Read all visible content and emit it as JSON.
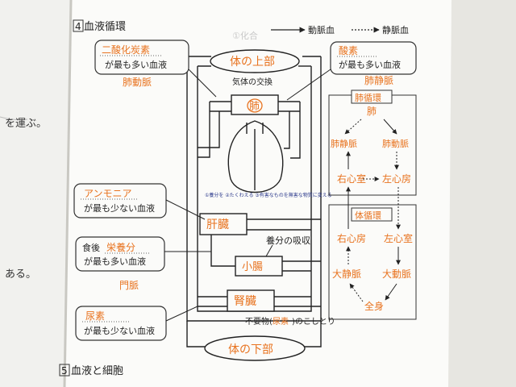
{
  "section4": {
    "number": "4",
    "title": "血液循環"
  },
  "legend": {
    "artery": "動脈血",
    "vein": "静脈血"
  },
  "section5": {
    "number": "5",
    "title": "血液と細胞"
  },
  "left_page_fragments": {
    "line1": "を運ぶ。",
    "line2": "ある。"
  },
  "faint_header": "①化合",
  "boxes": {
    "co2": {
      "answer": "二酸化炭素",
      "text": "が最も多い血液",
      "vessel": "肺動脈"
    },
    "o2": {
      "answer": "酸素",
      "text": "が最も多い血液",
      "vessel": "肺静脈"
    },
    "ammonia": {
      "answer": "アンモニア",
      "text": "が最も少ない血液"
    },
    "nutrient": {
      "prefix": "食後",
      "answer": "栄養分",
      "text": "が最も多い血液",
      "vessel": "門脈"
    },
    "urea": {
      "answer": "尿素",
      "text": "が最も少ない血液"
    }
  },
  "organs": {
    "upper_body": "体の上部",
    "lung": "肺",
    "liver": "肝臓",
    "small_intestine": "小腸",
    "kidney": "腎臓",
    "lower_body": "体の下部"
  },
  "notes": {
    "gas_exchange": "気体の交換",
    "liver_note": "①養分を ②たくわえる ③有害なものを無害な物質に変える",
    "absorption": "養分の吸収",
    "waste_prefix": "不要物(",
    "waste_word": "尿素",
    "waste_suffix": ")のこしとり"
  },
  "flow": {
    "pulmonary_circuit": "肺循環",
    "lung": "肺",
    "pulmonary_vein": "肺静脈",
    "pulmonary_artery": "肺動脈",
    "right_ventricle": "右心室",
    "left_atrium": "左心房",
    "systemic_circuit": "体循環",
    "right_atrium": "右心房",
    "left_ventricle": "左心室",
    "vena_cava": "大静脈",
    "aorta": "大動脈",
    "whole_body": "全身"
  },
  "colors": {
    "accent": "#e8731f",
    "blue_ink": "#2c3a8c",
    "ink": "#1f1f1f",
    "paper": "#fbfbf9"
  }
}
